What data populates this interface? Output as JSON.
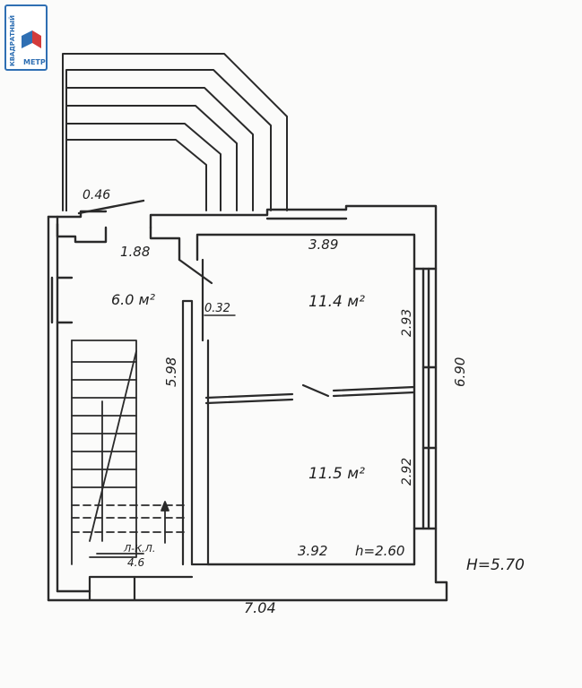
{
  "logo": {
    "line1": "КВАДРАТНЫЙ",
    "line2": "МЕТР",
    "colors": {
      "blue": "#2f6fb3",
      "red": "#d33b3b"
    }
  },
  "plan": {
    "dimensions": {
      "door_top_left": "0.46",
      "hall_width": "1.88",
      "room1_width": "3.89",
      "wall_thickness": "0.32",
      "hall_length": "5.98",
      "room1_depth": "2.93",
      "total_depth": "6.90",
      "room2_depth": "2.92",
      "room2_width": "3.92",
      "total_width": "7.04"
    },
    "areas": {
      "hall": "6.0 м²",
      "room1": "11.4 м²",
      "room2": "11.5 м²"
    },
    "stair_label_top": "Л-К.Л.",
    "stair_label_bottom": "4.6",
    "ceiling_height": "h=2.60",
    "height_mark": "Н=5.70"
  }
}
